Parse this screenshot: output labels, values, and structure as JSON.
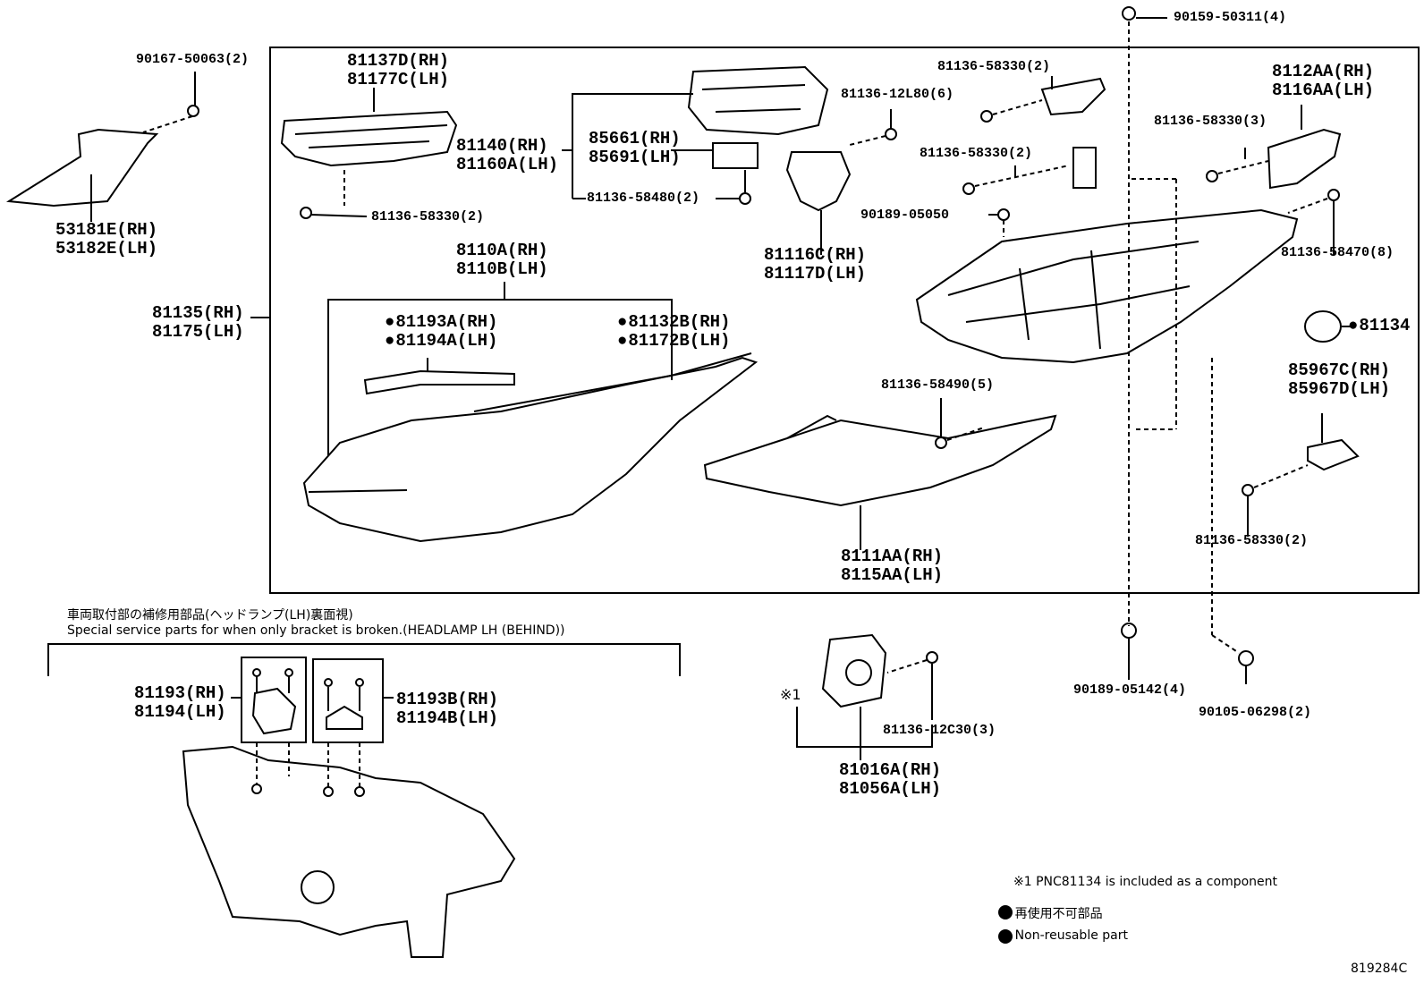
{
  "labels": {
    "p90167": "90167-50063(2)",
    "p53181": "53181E(RH)",
    "p53182": "53182E(LH)",
    "p81137": "81137D(RH)",
    "p81177": "81177C(LH)",
    "p81140": "81140(RH)",
    "p81160": "81160A(LH)",
    "p85661": "85661(RH)",
    "p85691": "85691(LH)",
    "p58480": "81136-58480(2)",
    "p58330a": "81136-58330(2)",
    "p12l80": "81136-12L80(6)",
    "p58330b": "81136-58330(2)",
    "p58330c": "81136-58330(2)",
    "p81116": "81116C(RH)",
    "p81117": "81117D(LH)",
    "p05050": "90189-05050",
    "p90159": "90159-50311(4)",
    "p8112": "8112AA(RH)",
    "p8116": "8116AA(LH)",
    "p58330d": "81136-58330(3)",
    "p58470": "81136-58470(8)",
    "p81134": "81134",
    "p85967c": "85967C(RH)",
    "p85967d": "85967D(LH)",
    "p58330e": "81136-58330(2)",
    "p8110a": "8110A(RH)",
    "p8110b": "8110B(LH)",
    "p81135": "81135(RH)",
    "p81175": "81175(LH)",
    "p81193a": "81193A(RH)",
    "p81194a": "81194A(LH)",
    "p81132b": "81132B(RH)",
    "p81172b": "81172B(LH)",
    "p58490": "81136-58490(5)",
    "p8111": "8111AA(RH)",
    "p8115": "8115AA(LH)",
    "p05142": "90189-05142(4)",
    "p06298": "90105-06298(2)",
    "p12c30": "81136-12C30(3)",
    "p81016": "81016A(RH)",
    "p81056": "81056A(LH)",
    "p81193": "81193(RH)",
    "p81194": "81194(LH)",
    "p81193b": "81193B(RH)",
    "p81194b": "81194B(LH)"
  },
  "notes": {
    "jp_title": "車両取付部の補修用部品(ヘッドランプ(LH)裏面視)",
    "en_title": "Special service parts for when only bracket is broken.(HEADLAMP LH (BEHIND))",
    "mark1": "※1",
    "pnc_note": "※1 PNC81134 is included as a component",
    "jp_legend": "● 再使用不可部品",
    "en_legend": "● Non-reusable part",
    "diagram_id": "819284C"
  }
}
